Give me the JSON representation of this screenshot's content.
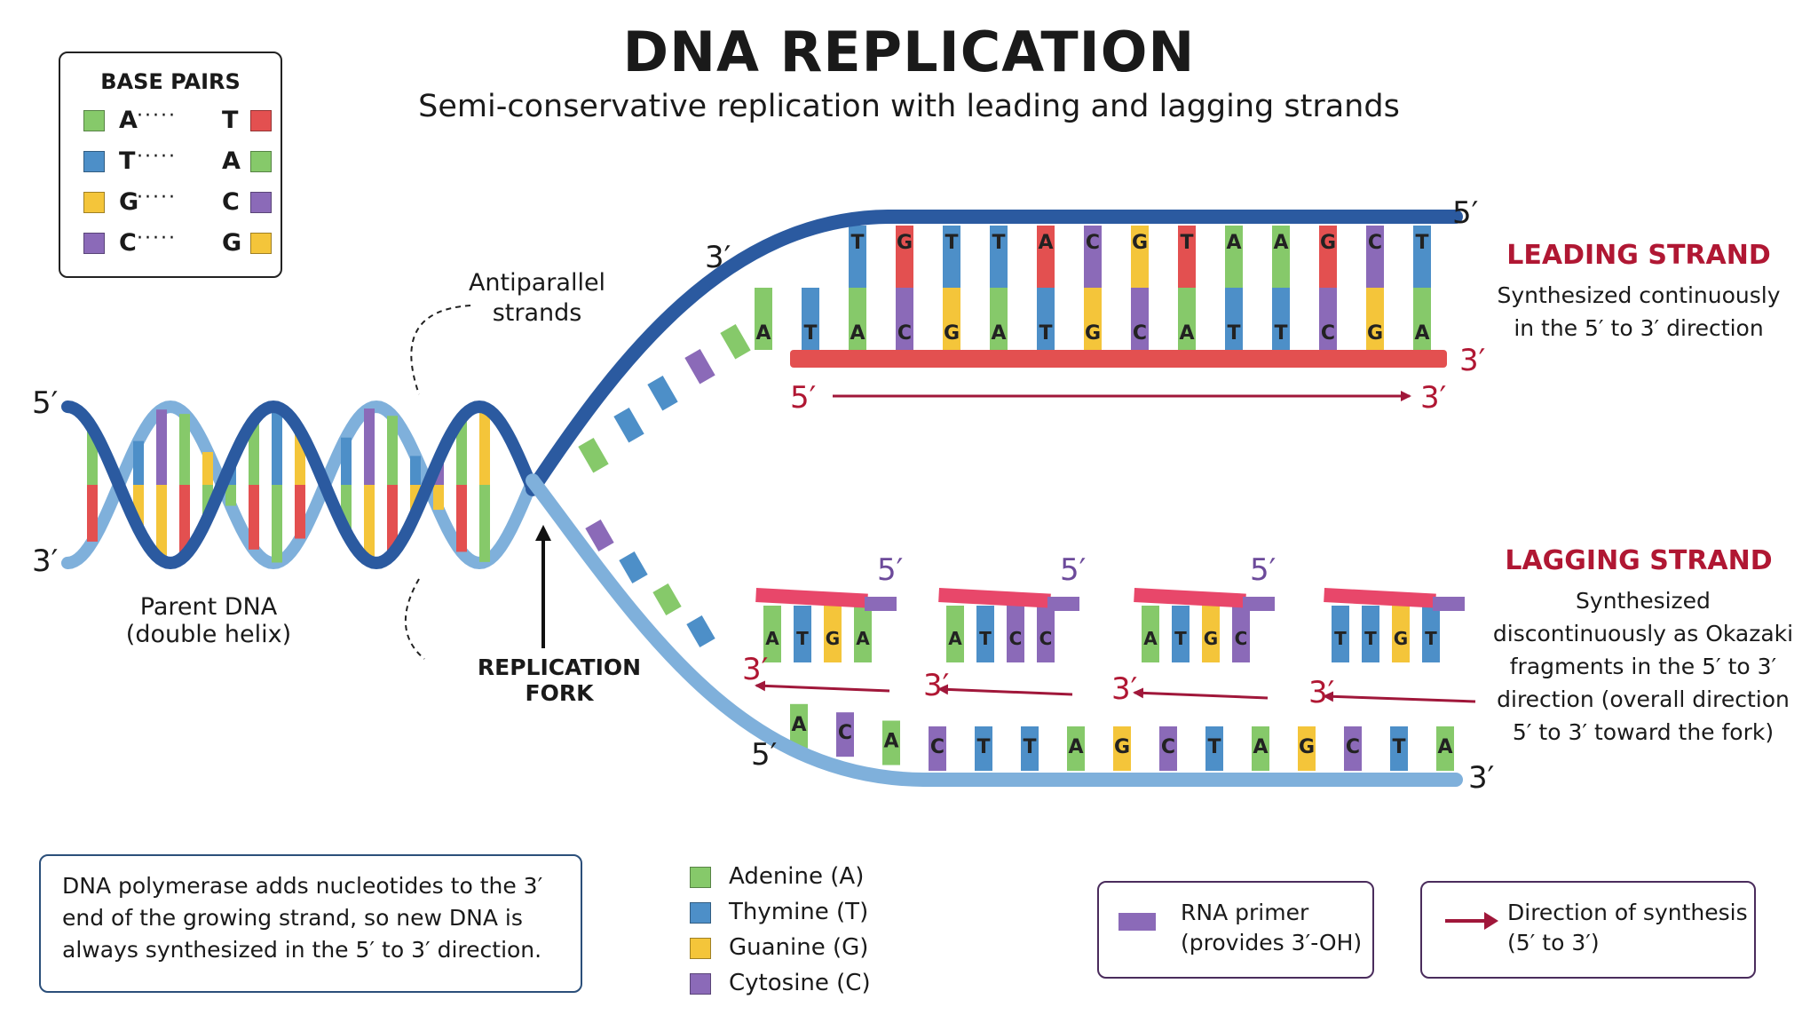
{
  "title": "DNA REPLICATION",
  "subtitle": "Semi-conservative replication with leading and lagging strands",
  "colors": {
    "A": "#86c96a",
    "T_template": "#e35050",
    "T": "#4d8fc8",
    "G": "#f4c53a",
    "C": "#8b6ab8",
    "strand_dark": "#2b5aa0",
    "strand_light": "#7fb0db",
    "new_strand": "#e35050",
    "primer": "#8b6ab8",
    "accent_red": "#b01733"
  },
  "base_pairs_key": {
    "title": "BASE PAIRS",
    "rows": [
      {
        "left": "A",
        "right": "T",
        "left_color": "#86c96a",
        "right_color": "#e35050"
      },
      {
        "left": "T",
        "right": "A",
        "left_color": "#4d8fc8",
        "right_color": "#86c96a"
      },
      {
        "left": "G",
        "right": "C",
        "left_color": "#f4c53a",
        "right_color": "#8b6ab8"
      },
      {
        "left": "C",
        "right": "G",
        "left_color": "#8b6ab8",
        "right_color": "#f4c53a"
      }
    ]
  },
  "labels": {
    "antiparallel": "Antiparallel strands",
    "parent_dna": "Parent DNA",
    "parent_dna_sub": "(double helix)",
    "replication_fork": "REPLICATION FORK",
    "five_prime": "5′",
    "three_prime": "3′"
  },
  "leading": {
    "heading": "LEADING STRAND",
    "desc": "Synthesized continuously in the 5′ to 3′ direction",
    "top_bases": [
      "T",
      "G",
      "T",
      "T",
      "A",
      "C",
      "G",
      "T",
      "A",
      "A",
      "G",
      "C",
      "T"
    ],
    "bottom_bases": [
      "A",
      "T",
      "A",
      "C",
      "G",
      "A",
      "T",
      "G",
      "C",
      "A",
      "T",
      "T",
      "C",
      "G",
      "A"
    ],
    "fork_bases": [
      "A",
      "C",
      "T",
      "T",
      "A"
    ]
  },
  "lagging": {
    "heading": "LAGGING STRAND",
    "desc": "Synthesized discontinuously as Okazaki fragments in the 5′ to 3′ direction (overall direction 5′ to 3′ toward the fork)",
    "template_bases": [
      "A",
      "C",
      "A",
      "C",
      "T",
      "T",
      "A",
      "G",
      "C",
      "T",
      "A",
      "G",
      "C",
      "T",
      "A"
    ],
    "fork_bases": [
      "C",
      "T",
      "A",
      "T"
    ],
    "fragments": [
      [
        "A",
        "T",
        "G",
        "A"
      ],
      [
        "A",
        "T",
        "C",
        "C"
      ],
      [
        "A",
        "T",
        "G",
        "C"
      ],
      [
        "T",
        "T",
        "G",
        "T"
      ]
    ]
  },
  "note": "DNA polymerase adds nucleotides to the 3′ end of the growing strand, so new DNA is always synthesized in the 5′ to 3′ direction.",
  "nucleotide_legend": [
    {
      "label": "Adenine (A)",
      "color": "#86c96a"
    },
    {
      "label": "Thymine (T)",
      "color": "#4d8fc8"
    },
    {
      "label": "Guanine (G)",
      "color": "#f4c53a"
    },
    {
      "label": "Cytosine (C)",
      "color": "#8b6ab8"
    }
  ],
  "primer_legend": {
    "line1": "RNA primer",
    "line2": "(provides 3′-OH)"
  },
  "direction_legend": {
    "line1": "Direction of synthesis",
    "line2": "(5′ to 3′)"
  }
}
